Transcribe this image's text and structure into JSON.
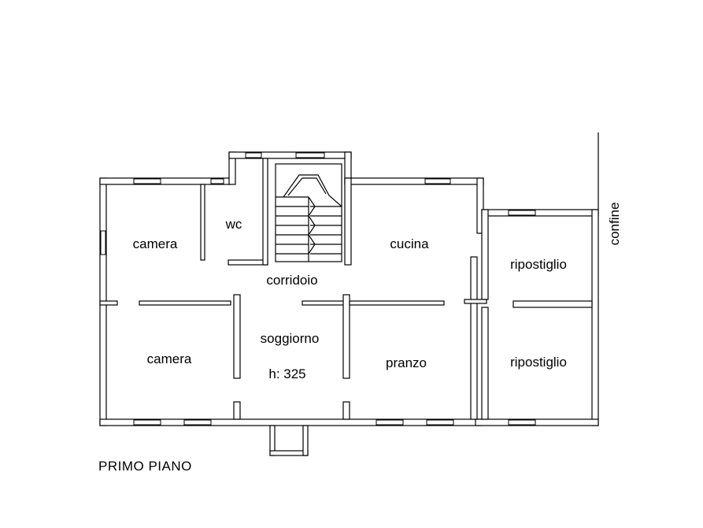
{
  "rooms": {
    "camera_top": "camera",
    "wc": "wc",
    "cucina": "cucina",
    "ripostiglio_top": "ripostiglio",
    "corridoio": "corridoio",
    "soggiorno": "soggiorno",
    "height_note": "h: 325",
    "camera_bottom": "camera",
    "pranzo": "pranzo",
    "ripostiglio_bottom": "ripostiglio"
  },
  "boundary_label": "confine",
  "floor_title": "PRIMO PIANO"
}
